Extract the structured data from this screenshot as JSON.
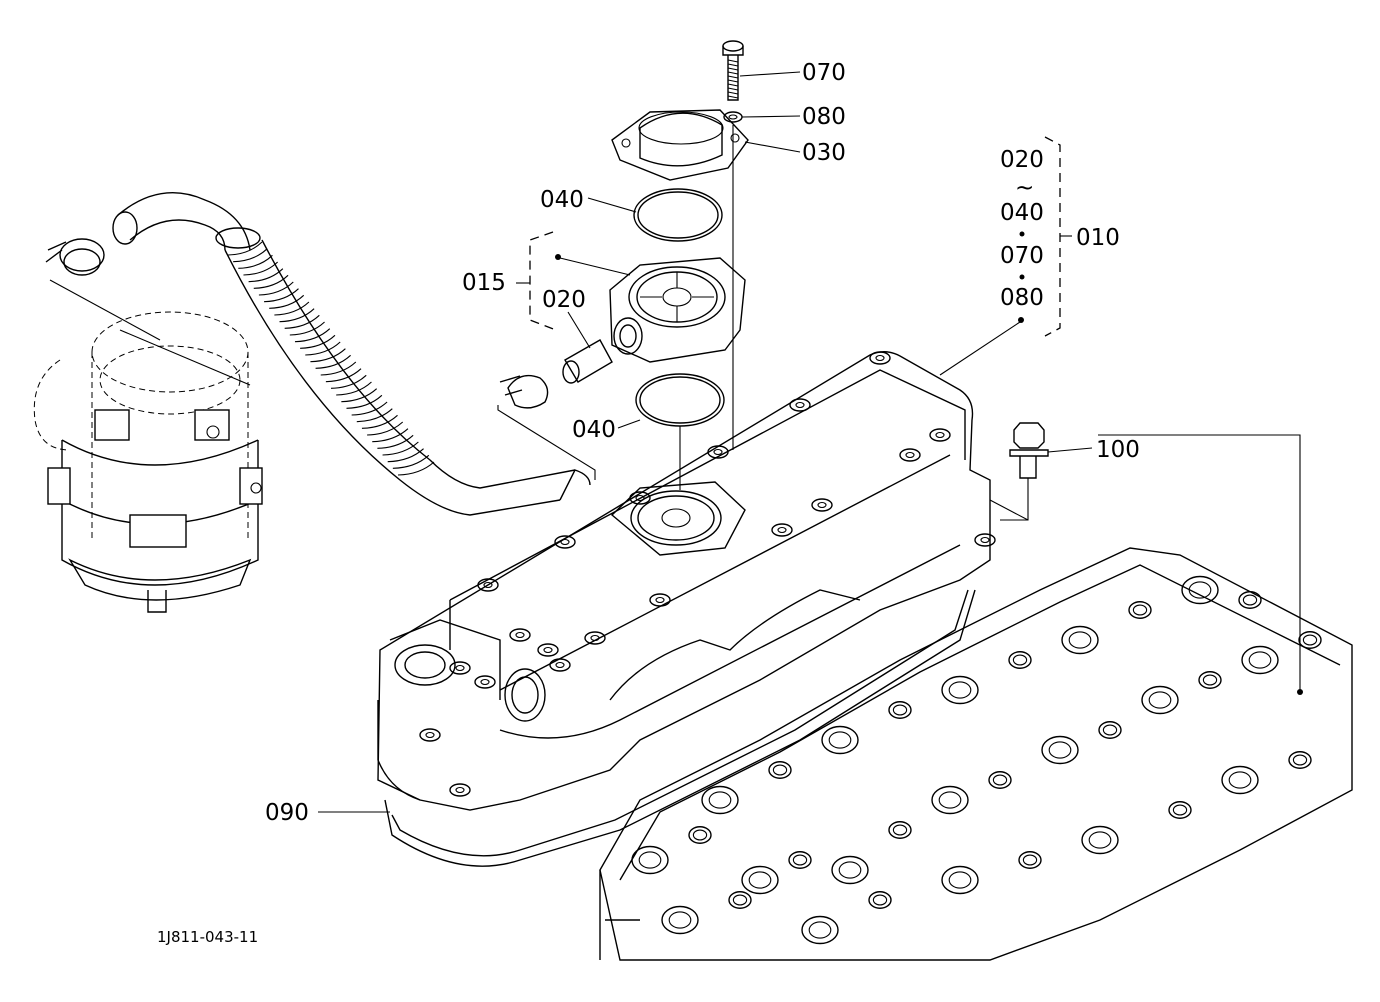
{
  "callouts": {
    "c070": "070",
    "c080": "080",
    "c030": "030",
    "c040_top": "040",
    "c015": "015",
    "c020": "020",
    "c040_bottom": "040",
    "c100": "100",
    "c090": "090",
    "c010": "010"
  },
  "kit_members": {
    "first": "020",
    "range_mark": "~",
    "second": "040",
    "third": "070",
    "fourth": "080"
  },
  "drawing_code": "1J811-043-11"
}
